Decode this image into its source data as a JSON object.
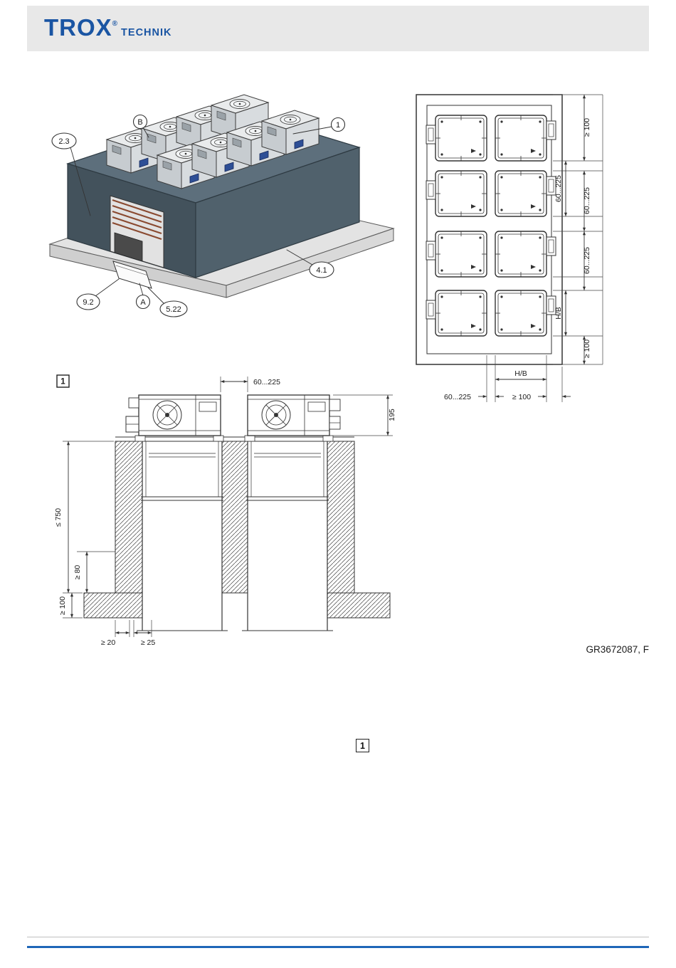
{
  "header": {
    "logo_text": "TROX",
    "logo_reg": "®",
    "logo_sub": "TECHNIK"
  },
  "page": {
    "doc_code": "GR3672087, F",
    "figure_ref": "1"
  },
  "iso": {
    "callout_23": "2.3",
    "callout_b": "B",
    "callout_1": "1",
    "callout_41": "4.1",
    "callout_92": "9.2",
    "callout_a": "A",
    "callout_522": "5.22"
  },
  "plan": {
    "dim_top_margin": "≥ 100",
    "dim_gap1a": "60...225",
    "dim_gap1b": "60...225",
    "dim_gap2": "60...225",
    "dim_hb_right": "H/B",
    "dim_bottom_margin": "≥ 100",
    "dim_hb_bottom": "H/B",
    "dim_gap_bottom": "60...225",
    "dim_margin_bottom_h": "≥ 100"
  },
  "section": {
    "ref_label": "1",
    "dim_gap": "60...225",
    "dim_height": "195",
    "dim_depth": "≤ 750",
    "dim_clear80": "≥ 80",
    "dim_slab": "≥ 100",
    "dim_20": "≥ 20",
    "dim_25": "≥ 25"
  }
}
